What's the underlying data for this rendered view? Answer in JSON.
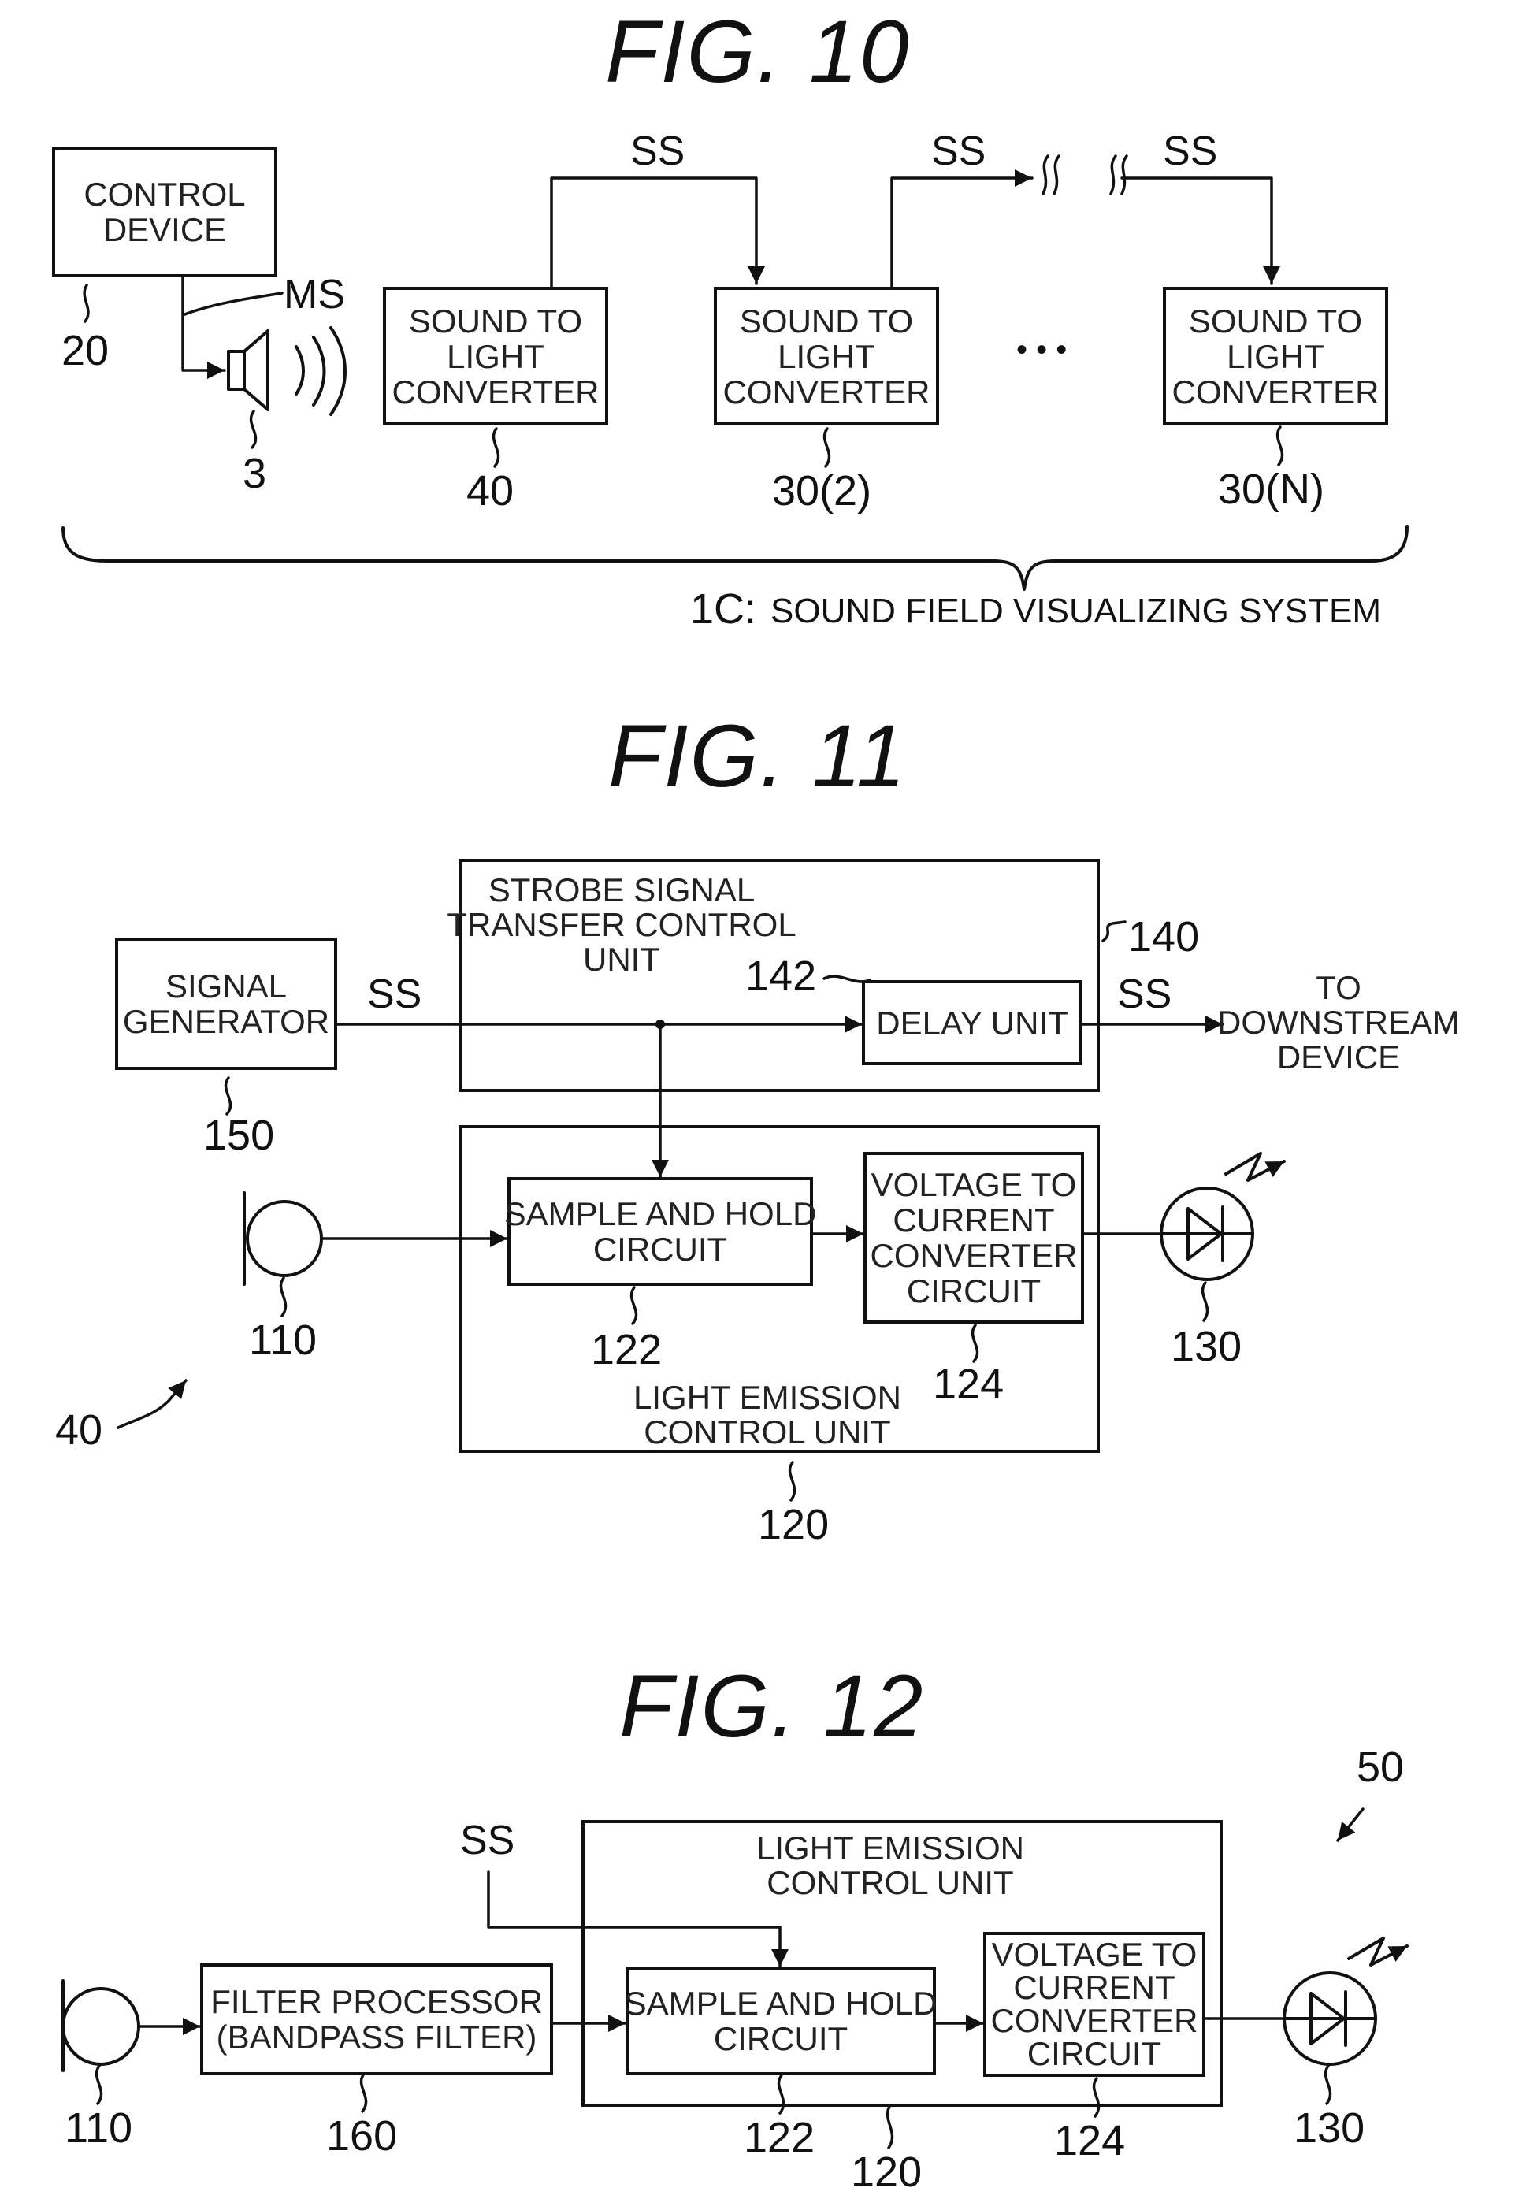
{
  "fig10": {
    "title": "FIG. 10",
    "control_device": [
      "CONTROL",
      "DEVICE"
    ],
    "ms_label": "MS",
    "ref_control": "20",
    "ref_speaker": "3",
    "converters": [
      {
        "lines": [
          "SOUND TO",
          "LIGHT",
          "CONVERTER"
        ],
        "ref": "40"
      },
      {
        "lines": [
          "SOUND TO",
          "LIGHT",
          "CONVERTER"
        ],
        "ref": "30(2)"
      },
      {
        "lines": [
          "SOUND TO",
          "LIGHT",
          "CONVERTER"
        ],
        "ref": "30(N)"
      }
    ],
    "ss_labels": [
      "SS",
      "SS",
      "SS"
    ],
    "ellipsis": "• • •",
    "system_ref": "1C:",
    "system_name": "SOUND FIELD VISUALIZING SYSTEM"
  },
  "fig11": {
    "title": "FIG. 11",
    "signal_generator": [
      "SIGNAL",
      "GENERATOR"
    ],
    "ref_signal_generator": "150",
    "ss_in": "SS",
    "strobe_unit": [
      "STROBE SIGNAL",
      "TRANSFER CONTROL",
      "UNIT"
    ],
    "ref_strobe_unit": "140",
    "ref_delay_unit": "142",
    "delay_unit": "DELAY UNIT",
    "ss_out": "SS",
    "downstream": [
      "TO",
      "DOWNSTREAM",
      "DEVICE"
    ],
    "sample_hold": [
      "SAMPLE AND HOLD",
      "CIRCUIT"
    ],
    "ref_sample_hold": "122",
    "v2c": [
      "VOLTAGE TO",
      "CURRENT",
      "CONVERTER",
      "CIRCUIT"
    ],
    "ref_v2c": "124",
    "light_emission_unit": [
      "LIGHT EMISSION",
      "CONTROL UNIT"
    ],
    "ref_light_emission_unit": "120",
    "ref_mic": "110",
    "ref_led": "130",
    "ref_device": "40"
  },
  "fig12": {
    "title": "FIG. 12",
    "ref_device": "50",
    "ss": "SS",
    "light_emission_unit": [
      "LIGHT EMISSION",
      "CONTROL UNIT"
    ],
    "filter": [
      "FILTER PROCESSOR",
      "(BANDPASS FILTER)"
    ],
    "sample_hold": [
      "SAMPLE AND HOLD",
      "CIRCUIT"
    ],
    "v2c": [
      "VOLTAGE TO",
      "CURRENT",
      "CONVERTER",
      "CIRCUIT"
    ],
    "ref_mic": "110",
    "ref_filter": "160",
    "ref_sample_hold": "122",
    "ref_light_emission_unit": "120",
    "ref_v2c": "124",
    "ref_led": "130"
  }
}
